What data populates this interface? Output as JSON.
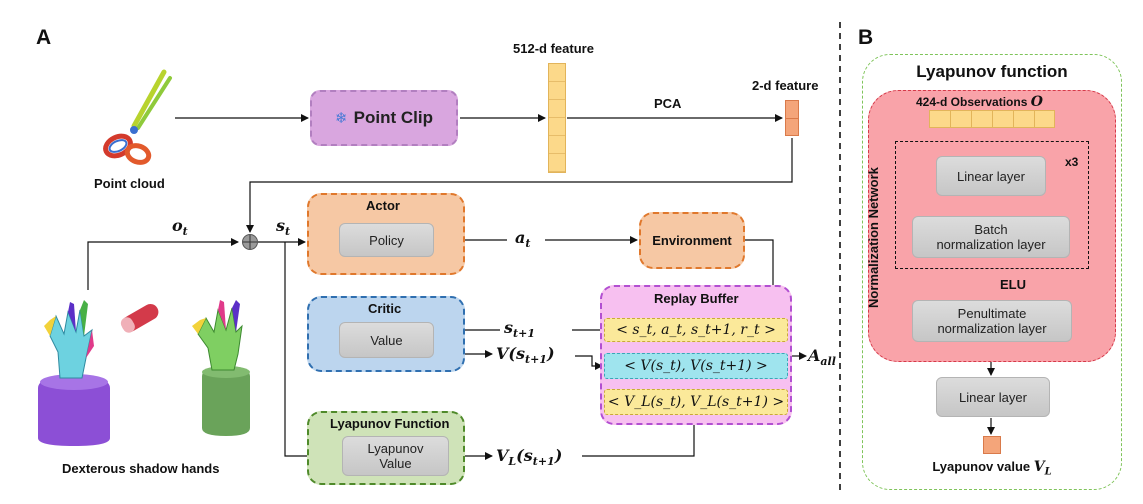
{
  "panel_a": {
    "letter": "A",
    "point_cloud_label": "Point cloud",
    "point_clip_label": "Point Clip",
    "feature_512_label": "512-d feature",
    "pca_label": "PCA",
    "feature_2_label": "2-d feature",
    "o_t": "o",
    "o_t_sub": "t",
    "s_t": "s",
    "s_t_sub": "t",
    "actor": {
      "title": "Actor",
      "inner": "Policy"
    },
    "a_t": "a",
    "a_t_sub": "t",
    "environment": "Environment",
    "critic": {
      "title": "Critic",
      "inner": "Value"
    },
    "s_t1": "s",
    "s_t1_sub": "t+1",
    "v_s_t1": "V(s",
    "v_s_t1_sub": "t+1",
    "v_s_t1_close": ")",
    "replay_buffer": {
      "title": "Replay Buffer",
      "row1": "< s_t, a_t, s_t+1, r_t >",
      "row2": "< V(s_t), V(s_t+1) >",
      "row3": "< V_L(s_t), V_L(s_t+1) >"
    },
    "a_all": "A",
    "a_all_sub": "all",
    "lyapunov_function": {
      "title": "Lyapunov Function",
      "inner_line1": "Lyapunov",
      "inner_line2": "Value"
    },
    "vl_s_t1": "V",
    "vl_sub": "L",
    "vl_paren": "(s",
    "vl_s_sub": "t+1",
    "vl_close": ")",
    "hands_label": "Dexterous shadow hands"
  },
  "panel_b": {
    "letter": "B",
    "title": "Lyapunov function",
    "network_label": "Normalization Network",
    "obs_label": "424-d  Observations",
    "obs_symbol": "O",
    "linear_layer_1": "Linear layer",
    "repeat_label": "x3",
    "batch_norm_line1": "Batch",
    "batch_norm_line2": "normalization layer",
    "elu_label": "ELU",
    "penult_line1": "Penultimate",
    "penult_line2": "normalization layer",
    "linear_layer_2": "Linear layer",
    "output_label": "Lyapunov value",
    "output_symbol": "V",
    "output_sub": "L"
  },
  "colors": {
    "actor_fill": "#f6c8a4",
    "actor_border": "#e0782c",
    "critic_fill": "#bcd5ee",
    "critic_border": "#2f6fb0",
    "lyap_fill": "#cfe3b8",
    "lyap_border": "#4f8a2a",
    "buffer_fill": "#f7c0f0",
    "buffer_border": "#b24fd1",
    "pointclip_fill": "#d9a6df",
    "feature_fill": "#fcd98a",
    "feature2_fill": "#f4a57a",
    "red_fill": "#f9a3a9",
    "red_border": "#d63a4a",
    "green_border": "#7fc45a"
  }
}
